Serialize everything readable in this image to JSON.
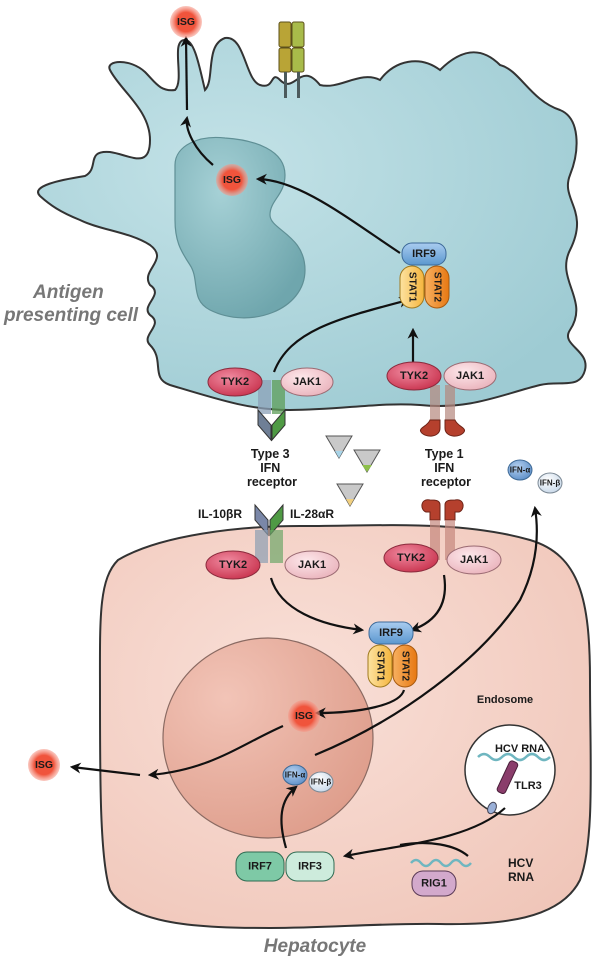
{
  "cells": {
    "apc_title": [
      "Antigen",
      "presenting cell"
    ],
    "hepatocyte_title": "Hepatocyte"
  },
  "isg_label": "ISG",
  "apc": {
    "irf9": "IRF9",
    "stat1": "STAT1",
    "stat2": "STAT2",
    "type3": {
      "tyk2": "TYK2",
      "jak1": "JAK1"
    },
    "type1": {
      "tyk2": "TYK2",
      "jak1": "JAK1"
    }
  },
  "receptors": {
    "type3_label": [
      "Type 3",
      "IFN",
      "receptor"
    ],
    "type1_label": [
      "Type 1",
      "IFN",
      "receptor"
    ],
    "il10br": "IL-10βR",
    "il28ar": "IL-28αR"
  },
  "hepatocyte": {
    "type3": {
      "tyk2": "TYK2",
      "jak1": "JAK1"
    },
    "type1": {
      "tyk2": "TYK2",
      "jak1": "JAK1"
    },
    "irf9": "IRF9",
    "stat1": "STAT1",
    "stat2": "STAT2",
    "ifn_alpha": "IFN-α",
    "ifn_beta": "IFN-β",
    "endosome": "Endosome",
    "hcv_rna_endosome": "HCV RNA",
    "tlr3": "TLR3",
    "hcv_rna_cyto": [
      "HCV",
      "RNA"
    ],
    "rig1": "RIG1",
    "irf7": "IRF7",
    "irf3": "IRF3"
  },
  "secreted": {
    "ifn_alpha": "IFN-α",
    "ifn_beta": "IFN-β"
  },
  "colors": {
    "apc_fill": "#a9d4dc",
    "apc_nucleus": "#7fb3ba",
    "hep_fill": "#f4d2c8",
    "hep_nucleus": "#e6ab9b",
    "isg": "#f0543c",
    "tyk2": "#d94a6a",
    "jak1": "#f6c9cf",
    "irf9": "#6fa7d8",
    "stat1": "#f7c35a",
    "stat2": "#ef8a22",
    "receptor_type1": "#b5402d",
    "irf7": "#7ec9a6",
    "irf3": "#cdebdc",
    "rig1": "#d3a9cc"
  }
}
